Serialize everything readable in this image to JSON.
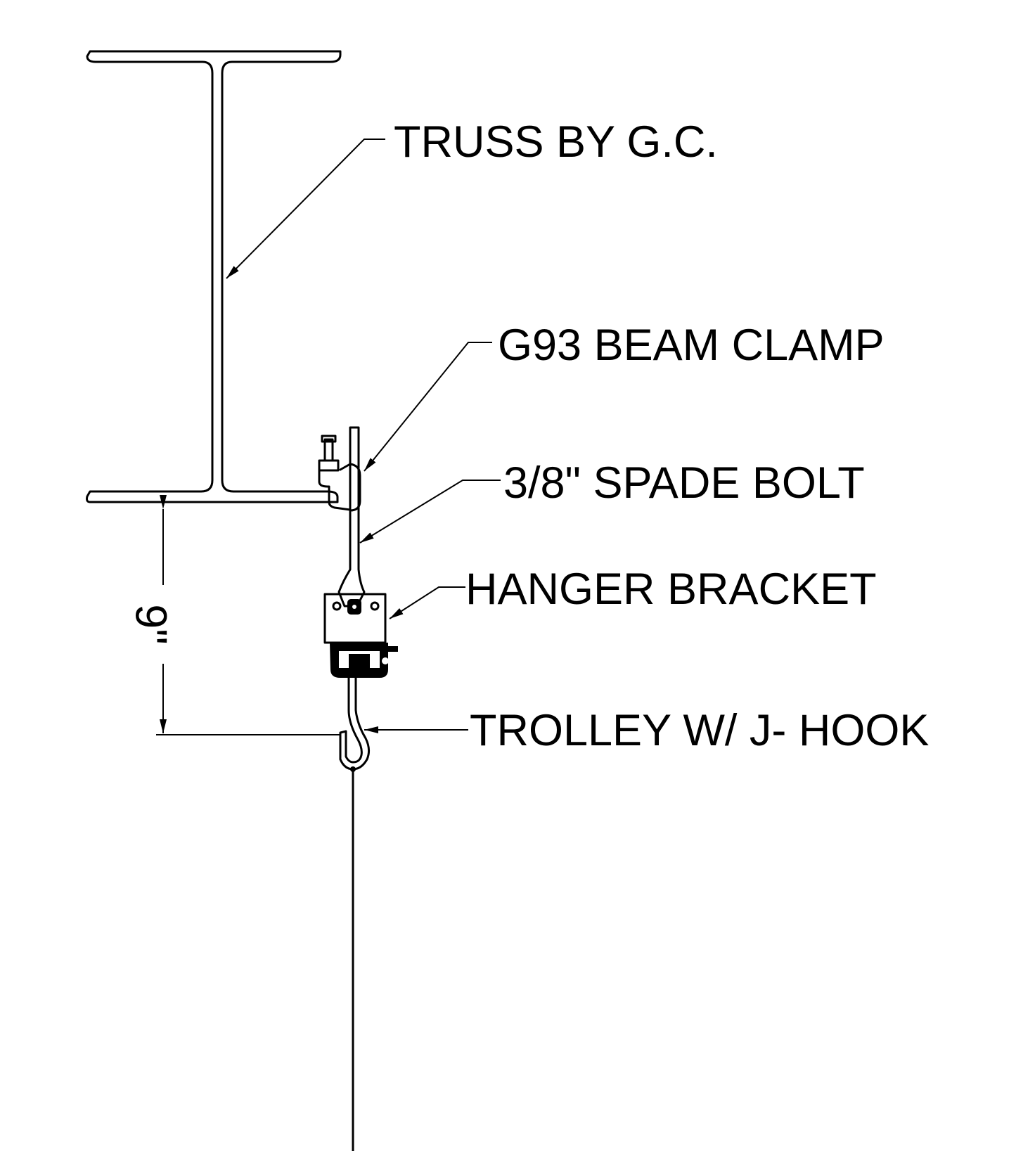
{
  "labels": {
    "truss": "TRUSS BY G.C.",
    "beam_clamp": "G93 BEAM CLAMP",
    "spade_bolt": "3/8\" SPADE BOLT",
    "hanger_bracket": "HANGER BRACKET",
    "trolley": "TROLLEY W/ J- HOOK"
  },
  "dimension": {
    "text": "9\""
  },
  "colors": {
    "line": "#000000",
    "background": "#ffffff"
  }
}
